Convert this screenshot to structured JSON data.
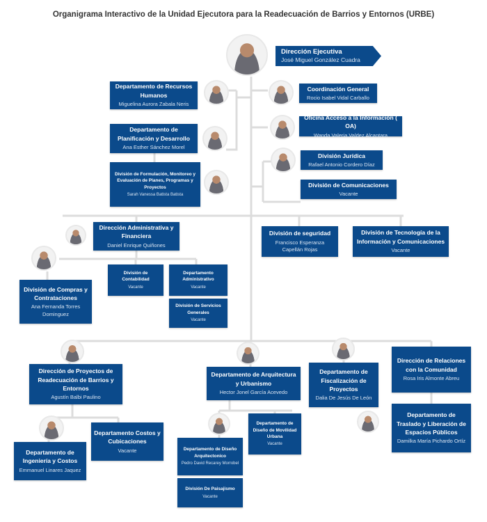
{
  "title": "Organigrama Interactivo de la Unidad Ejecutora para la Readecuación de Barrios y Entornos (URBE)",
  "exec": {
    "title": "Dirección Ejecutiva",
    "name": "José Miguel González Cuadra"
  },
  "rrhh": {
    "title": "Departamento de Recursos Humanos",
    "name": "Miguelina Aurora Zabala Neris"
  },
  "planif": {
    "title": "Departamento de Planificación y Desarrollo",
    "name": "Ana Esther Sánchez Morel"
  },
  "formul": {
    "title": "División de Formulación, Monitoreo y Evaluación de Planes, Programas y Proyectos",
    "name": "Sarah Vanessa Batista Batista"
  },
  "coord": {
    "title": "Coordinación General",
    "name": "Rocio Isabel Vidal Carballo"
  },
  "oai": {
    "title": "Oficina Acceso a la Información ( OA)",
    "name": "Wanda Valeria Valdez Alcantara"
  },
  "jurid": {
    "title": "División Jurídica",
    "name": "Rafael Antonio Cordero Díaz"
  },
  "comun": {
    "title": "División de Comunicaciones",
    "name": "Vacante"
  },
  "admin": {
    "title": "Dirección Administrativa y Financiera",
    "name": "Daniel Enrique Quiñones"
  },
  "segur": {
    "title": "División de seguridad",
    "name": "Francisco Esperanza Capellán Rojas"
  },
  "tecnol": {
    "title": "División de Tecnología de la Información y Comunicaciones",
    "name": "Vacante"
  },
  "compras": {
    "title": "División de Compras y Contrataciones",
    "name": "Ana Fernanda Torres Dominguez"
  },
  "contab": {
    "title": "División de Contabilidad",
    "name": "Vacante"
  },
  "deptadm": {
    "title": "Departamento Administrativo",
    "name": "Vacante"
  },
  "servgen": {
    "title": "División de Servicios Generales",
    "name": "Vacante"
  },
  "proy": {
    "title": "Dirección de Proyectos de Readecuación de Barrios y Entornos",
    "name": "Agustín Balbi Paulino"
  },
  "arq": {
    "title": "Departamento de Arquitectura y Urbanismo",
    "name": "Hector Jonel García Acevedo"
  },
  "fisc": {
    "title": "Departamento de Fiscalización de Proyectos",
    "name": "Dalia De Jesús De León"
  },
  "relac": {
    "title": "Dirección de Relaciones con la Comunidad",
    "name": "Rosa Iris Almonte Abreu"
  },
  "traslado": {
    "title": "Departamento de Traslado y Liberación de Espacios Públicos",
    "name": "Damilka María Pichardo Ortíz"
  },
  "ingen": {
    "title": "Departamento de Ingeniería y Costos",
    "name": "Emmanuel Linares Jaquez"
  },
  "costos": {
    "title": "Departamento Costos y Cubicaciones",
    "name": "Vacante"
  },
  "disarq": {
    "title": "Departamento de Diseño Arquitectonico",
    "name": "Pedro David Recarey Morrobel"
  },
  "movil": {
    "title": "Departamento de Diseño de Movilidad Urbana",
    "name": "Vacante"
  },
  "paisaj": {
    "title": "División De Paisajismo",
    "name": "Vacante"
  }
}
